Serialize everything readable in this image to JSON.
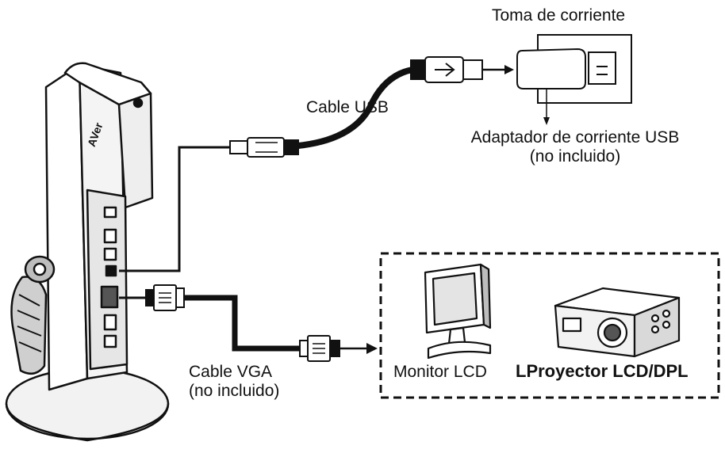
{
  "labels": {
    "power_outlet": "Toma de corriente",
    "usb_cable": "Cable USB",
    "usb_adapter_line1": "Adaptador de corriente USB",
    "usb_adapter_line2": "(no incluido)",
    "vga_cable_line1": "Cable VGA",
    "vga_cable_line2": "(no incluido)",
    "lcd_monitor": "Monitor LCD",
    "projector": "LProyector LCD/DPL",
    "brand_logo": "AVer"
  },
  "colors": {
    "ink": "#111111",
    "paper": "#ffffff",
    "shade": "#d9d9d9",
    "dark_shade": "#555555"
  }
}
